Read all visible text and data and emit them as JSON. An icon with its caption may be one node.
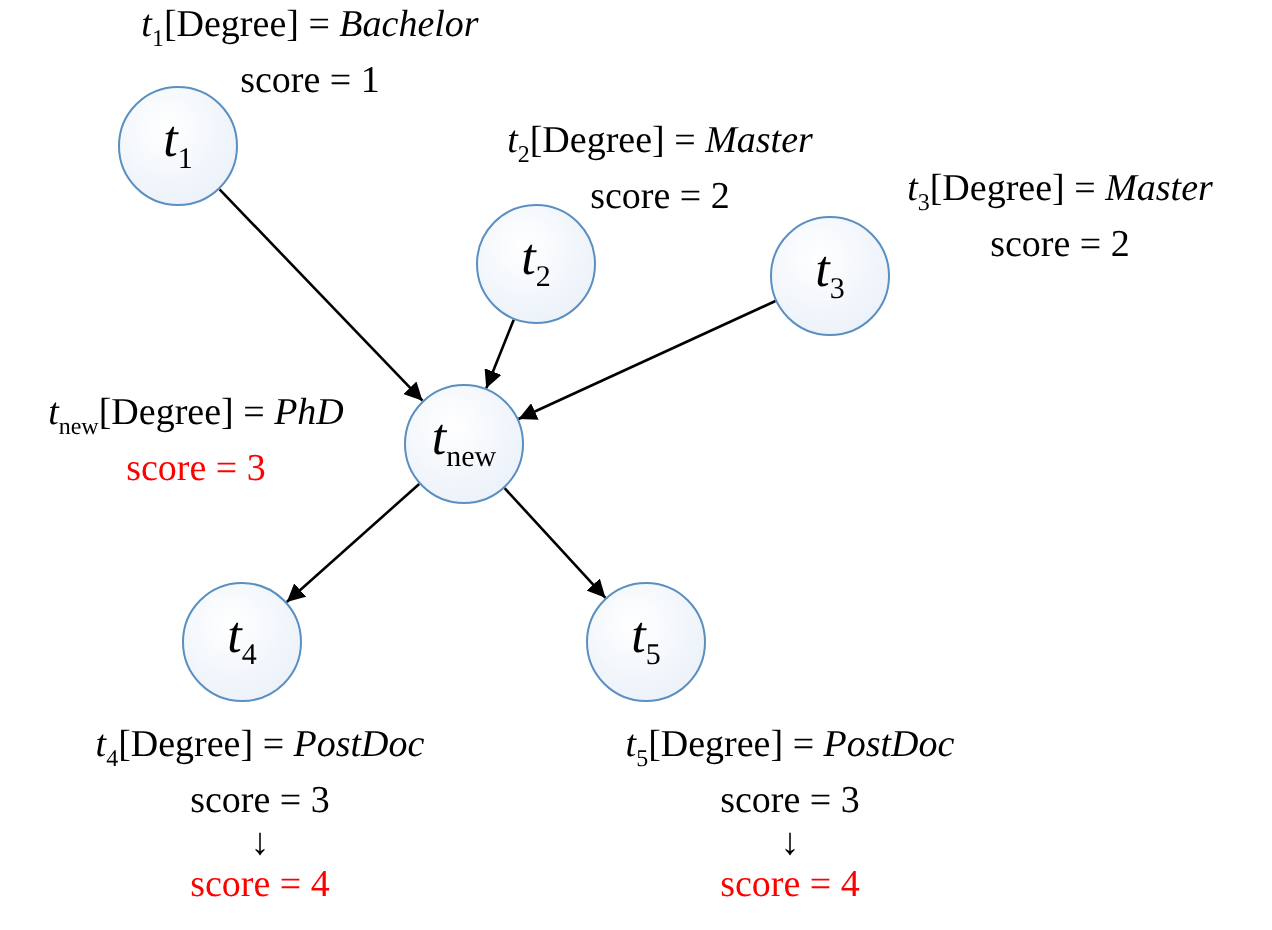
{
  "diagram": {
    "nodes": [
      {
        "text": [
          "*t*$_{1}$"
        ],
        "beside": [
          "*t*$_{1}$[Degree] = *Bachelor*",
          "score = 1"
        ]
      },
      {
        "text": [
          "*t*$_{2}$"
        ],
        "beside": [
          "*t*$_{2}$[Degree] = *Master*",
          "score = 2"
        ]
      },
      {
        "text": [
          "*t*$_{3}$"
        ],
        "beside": [
          "*t*$_{3}$[Degree] = *Master*",
          "score = 2"
        ]
      },
      {
        "text": [
          "*t*$_{new}$"
        ],
        "beside": [
          "*t*$_{new}$[Degree] = *PhD*",
          "score = 3"
        ]
      },
      {
        "text": [
          "*t*$_{4}$"
        ],
        "beside": [
          "*t*$_{4}$[Degree] = *PostDoc*",
          "score = 3",
          "↓",
          "score = 4"
        ]
      },
      {
        "text": [
          "*t*$_{5}$"
        ],
        "beside": [
          "*t*$_{5}$[Degree] = *PostDoc*",
          "score = 3",
          "↓",
          "score = 4"
        ]
      }
    ],
    "edges": [
      {
        "from": 0,
        "to": 3,
        "arrow": "to"
      },
      {
        "from": 1,
        "to": 3,
        "arrow": "to"
      },
      {
        "from": 2,
        "to": 3,
        "arrow": "to"
      },
      {
        "from": 3,
        "to": 4,
        "arrow": "to"
      },
      {
        "from": 3,
        "to": 5,
        "arrow": "to"
      }
    ]
  }
}
